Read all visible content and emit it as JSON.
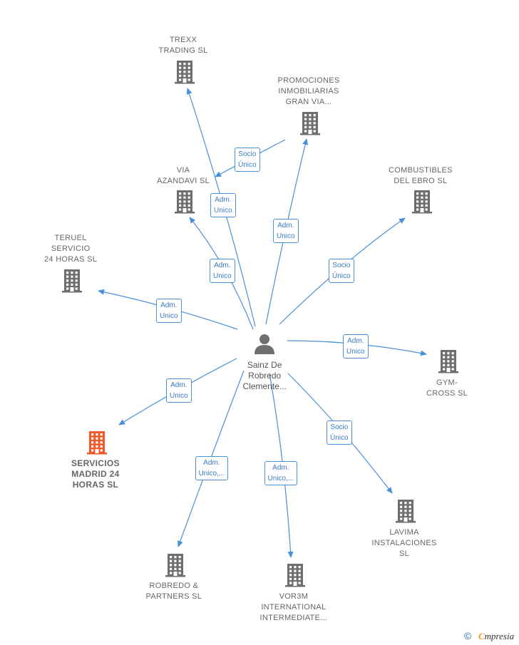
{
  "person": {
    "lines": [
      "Sainz De",
      "Robredo",
      "Clemente..."
    ]
  },
  "companies": [
    {
      "id": "trexx",
      "lines": [
        "TREXX",
        "TRADING  SL"
      ],
      "highlight": false
    },
    {
      "id": "promociones",
      "lines": [
        "PROMOCIONES",
        "INMOBILIARIAS",
        "GRAN VIA..."
      ],
      "highlight": false
    },
    {
      "id": "via-azandavi",
      "lines": [
        "VIA",
        "AZANDAVI SL"
      ],
      "highlight": false
    },
    {
      "id": "combustibles",
      "lines": [
        "COMBUSTIBLES",
        "DEL EBRO  SL"
      ],
      "highlight": false
    },
    {
      "id": "teruel",
      "lines": [
        "TERUEL",
        "SERVICIO",
        "24 HORAS  SL"
      ],
      "highlight": false
    },
    {
      "id": "gym-cross",
      "lines": [
        "GYM-",
        "CROSS  SL"
      ],
      "highlight": false
    },
    {
      "id": "servicios-madrid",
      "lines": [
        "SERVICIOS",
        "MADRID 24",
        "HORAS  SL"
      ],
      "highlight": true
    },
    {
      "id": "lavima",
      "lines": [
        "LAVIMA",
        "INSTALACIONES",
        "SL"
      ],
      "highlight": false
    },
    {
      "id": "robredo",
      "lines": [
        "ROBREDO &",
        "PARTNERS  SL"
      ],
      "highlight": false
    },
    {
      "id": "vor3m",
      "lines": [
        "VOR3M",
        "INTERNATIONAL",
        "INTERMEDIATE..."
      ],
      "highlight": false
    }
  ],
  "edges": [
    {
      "id": "e-trexx",
      "lines": [
        "Adm.",
        "Unico"
      ]
    },
    {
      "id": "e-promo",
      "lines": [
        "Adm.",
        "Unico"
      ]
    },
    {
      "id": "e-promo-via",
      "lines": [
        "Socio",
        "Único"
      ]
    },
    {
      "id": "e-via",
      "lines": [
        "Adm.",
        "Unico"
      ]
    },
    {
      "id": "e-comb",
      "lines": [
        "Socio",
        "Único"
      ]
    },
    {
      "id": "e-teruel",
      "lines": [
        "Adm.",
        "Unico"
      ]
    },
    {
      "id": "e-gym",
      "lines": [
        "Adm.",
        "Unico"
      ]
    },
    {
      "id": "e-serv",
      "lines": [
        "Adm.",
        "Unico"
      ]
    },
    {
      "id": "e-lavima",
      "lines": [
        "Socio",
        "Único"
      ]
    },
    {
      "id": "e-robredo",
      "lines": [
        "Adm.",
        "Unico,..."
      ]
    },
    {
      "id": "e-vor3m",
      "lines": [
        "Adm.",
        "Unico,..."
      ]
    }
  ],
  "colors": {
    "edge": "#4a90d9",
    "building": "#6e6e6e",
    "highlight": "#f05a28",
    "person": "#6e6e6e"
  },
  "icons": {
    "company": "building-icon",
    "person": "person-icon"
  },
  "footer": {
    "copyright": "©",
    "brand_first": "C",
    "brand_rest": "mpresia"
  }
}
